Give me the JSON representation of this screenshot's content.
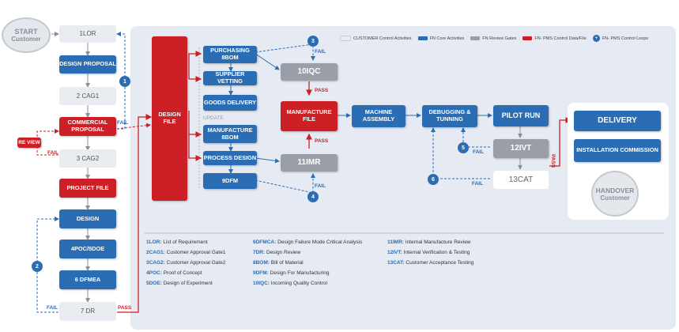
{
  "start": {
    "line1": "START",
    "line2": "Customer"
  },
  "left": {
    "lor": "1LOR",
    "design_proposal": "DESIGN PROPOSAL",
    "cag1": "2 CAG1",
    "commercial_proposal": "COMMERCIAL PROPOSAL",
    "cag2": "3 CAG2",
    "project_file": "PROJECT FILE",
    "design": "DESIGN",
    "poc_doe": "4POC/5DOE",
    "dfmea": "6 DFMEA",
    "dr": "7 DR"
  },
  "review": "RE VIEW",
  "fail": "FAIL",
  "pass": "PASS",
  "update": "UPDATE",
  "design_file": "DESIGN FILE",
  "procurement": {
    "purchasing": "PURCHASING 8BOM",
    "supplier_vetting": "SUPPLIER VETTING",
    "goods_delivery": "GOODS DELIVERY"
  },
  "manufacturing": {
    "manufacture_bom": "MANUFACTURE 8BOM",
    "process_design": "PROCESS DESIGN",
    "dfm": "9DFM"
  },
  "iqc": "10IQC",
  "imr": "11IMR",
  "manufacture_file": "MANUFACTURE FILE",
  "machine_assembly": "MACHINE ASSEMBLY",
  "debugging": "DEBUGGING & TUNNING",
  "pilot_run": "PILOT RUN",
  "ivt": "12IVT",
  "cat": "13CAT",
  "delivery": "DELIVERY",
  "installation": "INSTALLATION COMMISSION",
  "handover": {
    "line1": "HANDOVER",
    "line2": "Customer"
  },
  "loops": [
    "1",
    "2",
    "3",
    "4",
    "5",
    "6"
  ],
  "legend": [
    {
      "label": "CUSTOMER Control Activities",
      "color": "#e9ecf0"
    },
    {
      "label": "FN Core Activities",
      "color": "#2b6db4"
    },
    {
      "label": "FN Review Gates",
      "color": "#9a9ea6"
    },
    {
      "label": "FN- PMS Control Data/File",
      "color": "#cc1f26"
    },
    {
      "label": "FN- PMS Control Loops",
      "color": "#2b6db4",
      "marker": "+"
    }
  ],
  "glossary": [
    {
      "abbr": "1LOR:",
      "text": "List of Requirement"
    },
    {
      "abbr": "2CAG1:",
      "text": "Customer Approval Gate1"
    },
    {
      "abbr": "3CAG2:",
      "text": "Customer Approval Gate2"
    },
    {
      "abbr": "4POC:",
      "text": "Proof of Concept"
    },
    {
      "abbr": "5DOE:",
      "text": "Design of Experiment"
    },
    {
      "abbr": "6DFMCA:",
      "text": "Design Failure Mode Critical Analysis"
    },
    {
      "abbr": "7DR:",
      "text": "Design Review"
    },
    {
      "abbr": "8BOM:",
      "text": "Bill of Material"
    },
    {
      "abbr": "9DFM:",
      "text": "Design For Manufacturing"
    },
    {
      "abbr": "10IQC:",
      "text": "Incoming Quality Control"
    },
    {
      "abbr": "11IMR:",
      "text": "Internal Manufacture Review"
    },
    {
      "abbr": "12IVT:",
      "text": "Internal Verification & Testing"
    },
    {
      "abbr": "13CAT:",
      "text": "Customer Acceptance Testing"
    }
  ]
}
